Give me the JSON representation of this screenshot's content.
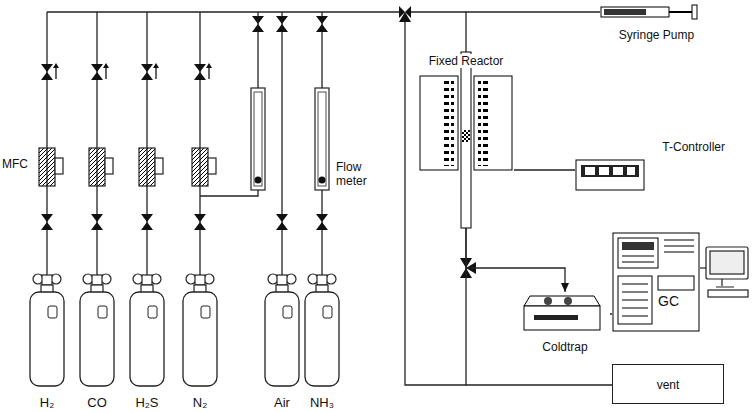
{
  "diagram": {
    "nodes": [
      {
        "text": [
          "Syringe Pump"
        ]
      },
      {
        "text": [
          "Fixed Reactor"
        ]
      },
      {
        "text": [
          "T-Controller"
        ]
      },
      {
        "text": [
          "Coldtrap"
        ]
      },
      {
        "text": [
          "GC"
        ]
      },
      {
        "text": [
          "vent"
        ]
      }
    ],
    "edges": [
      {
        "from": 0,
        "to": 1,
        "arrow": "none"
      },
      {
        "from": 1,
        "to": 2,
        "arrow": "none"
      },
      {
        "from": 1,
        "to": 3,
        "arrow": "to"
      },
      {
        "from": 3,
        "to": 4,
        "arrow": "none"
      },
      {
        "from": 1,
        "to": 5,
        "arrow": "none"
      }
    ],
    "labels": [
      "MFC",
      "Flow meter",
      "H₂",
      "CO",
      "H₂S",
      "N₂",
      "Air",
      "NH₃"
    ]
  }
}
